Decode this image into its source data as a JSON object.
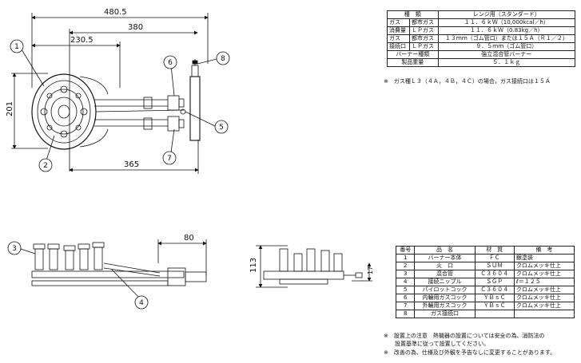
{
  "dimensions": {
    "overall_width": "480.5",
    "width_380": "380",
    "width_230": "230.5",
    "height_201": "201",
    "bottom_365": "365",
    "side_80": "80",
    "front_113": "113",
    "front_17": "17"
  },
  "balloons": [
    "1",
    "2",
    "3",
    "4",
    "5",
    "6",
    "7",
    "8"
  ],
  "spec_table": {
    "header": [
      "種　類",
      "レンジ用（スタンダード）"
    ],
    "rows": [
      {
        "group": "ガス",
        "sub": "都市ガス",
        "value": "１１．６ｋＷ（10,000kcal／h）"
      },
      {
        "group": "消費量",
        "sub": "ＬＰガス",
        "value": "１１．６ｋＷ（0.83kg／h）"
      },
      {
        "group": "ガス",
        "sub": "都市ガス",
        "value": "１３ｍｍ（ゴム管口）または１５Ａ（Ｒ１／２）"
      },
      {
        "group": "接続口",
        "sub": "ＬＰガス",
        "value": "９．５ｍｍ（ゴム管口）"
      },
      {
        "label": "バーナー種類",
        "value": "強立混合管バーナー"
      },
      {
        "label": "製品重量",
        "value": "５．１ｋｇ"
      }
    ],
    "note": "※　ガス種Ｌ３（４Ａ，４Ｂ，４Ｃ）の場合，ガス接続口は１５Ａ"
  },
  "parts_table": {
    "header": [
      "番号",
      "品　名",
      "材　質",
      "備　考"
    ],
    "rows": [
      [
        "1",
        "バーナー本体",
        "ＦＣ",
        "銀塗装"
      ],
      [
        "2",
        "火　口",
        "ＳＵＭ",
        "クロムメッキ仕上"
      ],
      [
        "3",
        "混合管",
        "Ｃ３６０４",
        "クロムメッキ仕上"
      ],
      [
        "4",
        "接続ニップル",
        "ＳＧＰ",
        "ℓ＝１２５"
      ],
      [
        "5",
        "パイロットコック",
        "Ｃ３６０４",
        "クロムメッキ仕上"
      ],
      [
        "6",
        "内輪用ガスコック",
        "ＹＢｓＣ",
        "クロムメッキ仕上"
      ],
      [
        "7",
        "外輪用ガスコック",
        "ＹＢｓＣ",
        "クロムメッキ仕上"
      ],
      [
        "8",
        "ガス接続口",
        "",
        ""
      ]
    ]
  },
  "notes": [
    "※　設置上の注意　熱機器の設置については安全の為、消防法の",
    "　　設置基準に従って設置してください。",
    "※　改善の為、仕様及び外観を予告なしに変更することがあります。"
  ]
}
